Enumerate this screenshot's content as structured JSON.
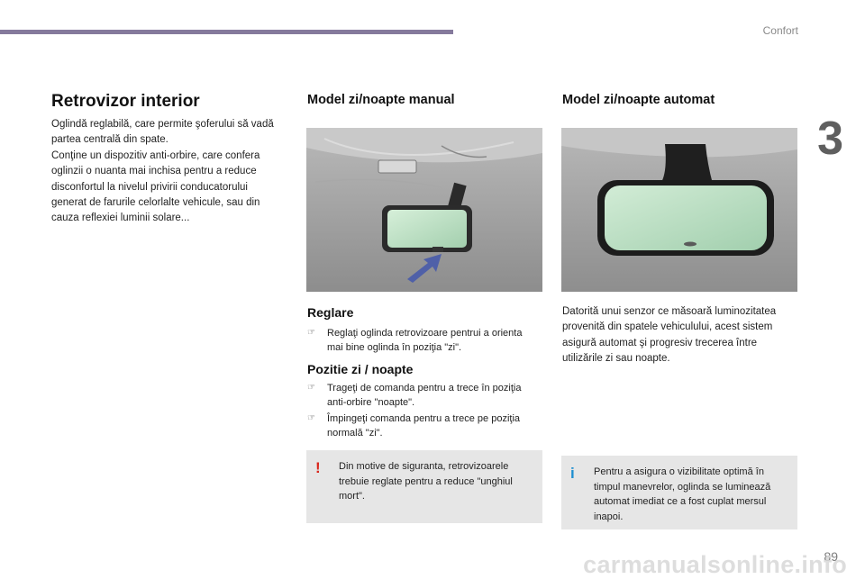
{
  "header": {
    "section": "Confort",
    "chapter": "3"
  },
  "left": {
    "title": "Retrovizor interior",
    "paragraphs": [
      "Oglindă reglabilă, care permite şoferului să vadă partea centrală din spate.",
      "Conţine un dispozitiv anti-orbire, care confera oglinzii o nuanta mai inchisa pentru a reduce disconfortul la nivelul privirii conducatorului generat de farurile celorlalte vehicule, sau din cauza reflexiei luminii solare..."
    ]
  },
  "manual": {
    "title": "Model zi/noapte manual",
    "reglare_title": "Reglare",
    "reglare_items": [
      "Reglaţi oglinda retrovizoare pentrui a orienta mai bine oglinda în poziţia \"zi\"."
    ],
    "pozitie_title": "Pozitie zi / noapte",
    "pozitie_items": [
      "Trageţi de comanda pentru a trece în poziţia anti-orbire \"noapte\".",
      "Împingeţi comanda pentru a trece pe poziţia normală \"zi\"."
    ],
    "warning": "Din motive de siguranta, retrovizoarele trebuie reglate pentru a reduce \"unghiul mort\"."
  },
  "auto": {
    "title": "Model zi/noapte automat",
    "description": "Datorită unui senzor ce măsoară luminozitatea provenită din spatele vehiculului, acest sistem asigură automat şi progresiv trecerea între utilizările zi sau noapte.",
    "info": "Pentru a asigura o vizibilitate optimă în timpul manevrelor, oglinda se luminează automat imediat ce a fost cuplat mersul inapoi."
  },
  "icons": {
    "bullet": "finger-pointer",
    "warning": "exclamation",
    "info": "info-i"
  },
  "footer": {
    "page": "89",
    "watermark": "carmanualsonline.info"
  },
  "colors": {
    "topbar": "#857a9c",
    "note_bg": "#e6e6e6",
    "warning": "#d9261c",
    "info": "#1e8fd0",
    "mirror_glass": "#b8dcc0"
  }
}
